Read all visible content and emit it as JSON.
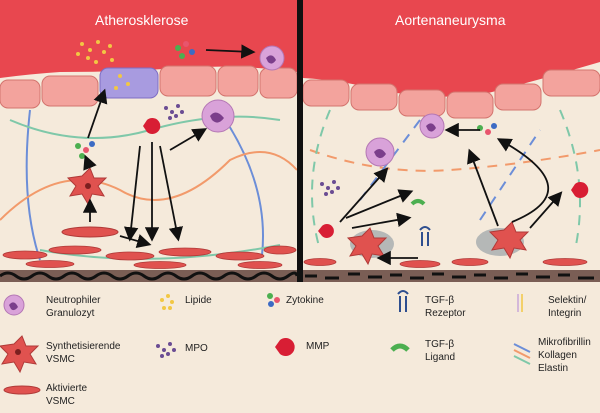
{
  "panels": {
    "left_title": "Atherosklerose",
    "right_title": "Aortenaneurysma"
  },
  "legend": {
    "neutrophil": {
      "line1": "Neutrophiler",
      "line2": "Granulozyt"
    },
    "lipide": "Lipide",
    "zytokine": "Zytokine",
    "tgf_rezeptor": {
      "line1": "TGF-β",
      "line2": "Rezeptor"
    },
    "selektin": {
      "line1": "Selektin/",
      "line2": "Integrin"
    },
    "vsmc_synth": {
      "line1": "Synthetisierende",
      "line2": "VSMC"
    },
    "mpo": "MPO",
    "mmp": "MMP",
    "tgf_ligand": {
      "line1": "TGF-β",
      "line2": "Ligand"
    },
    "fibers": {
      "line1": "Mikrofibrillin",
      "line2": "Kollagen",
      "line3": "Elastin"
    },
    "vsmc_activ": {
      "line1": "Aktivierte",
      "line2": "VSMC"
    }
  },
  "colors": {
    "lumen": "#e8474f",
    "endothelium": "#f3a39d",
    "intima": "#f5eadb",
    "vsmc": "#e0524f",
    "media_band": "#7a5e55",
    "neutrophil": "#d9a2d9",
    "mpo": "#6a4c93",
    "lipid": "#f2c744",
    "mmp": "#d81e34",
    "tgf_ligand": "#4caf50",
    "fiber_blue": "#6c8ed8",
    "fiber_orange": "#f29a6b",
    "fiber_green": "#7fc8a9"
  }
}
